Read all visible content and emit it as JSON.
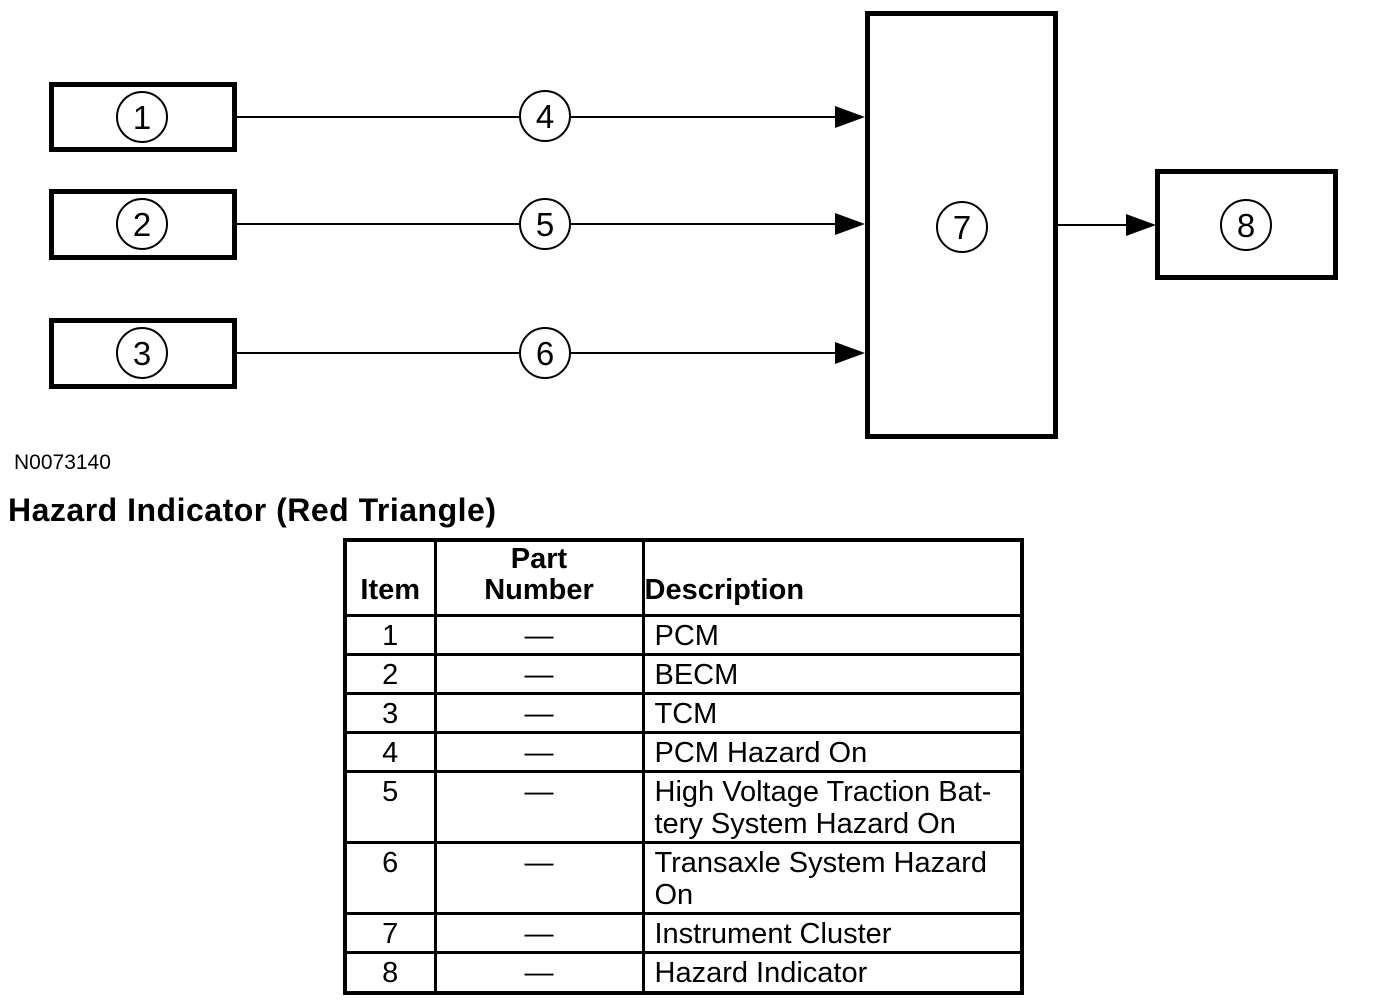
{
  "figure": {
    "id_label": "N0073140",
    "module_boxes": {
      "box1": "1",
      "box2": "2",
      "box3": "3"
    },
    "signal_labels": {
      "sig4": "4",
      "sig5": "5",
      "sig6": "6"
    },
    "cluster_box": "7",
    "indicator_box": "8"
  },
  "heading": "Hazard Indicator (Red Triangle)",
  "parts_table": {
    "headers": {
      "item": "Item",
      "part_number": "Part\nNumber",
      "description": "Description"
    },
    "rows": [
      {
        "item": "1",
        "part_number": "—",
        "description": "PCM"
      },
      {
        "item": "2",
        "part_number": "—",
        "description": "BECM"
      },
      {
        "item": "3",
        "part_number": "—",
        "description": "TCM"
      },
      {
        "item": "4",
        "part_number": "—",
        "description": "PCM Hazard On"
      },
      {
        "item": "5",
        "part_number": "—",
        "description": "High Voltage Traction Bat-\ntery System Hazard On"
      },
      {
        "item": "6",
        "part_number": "—",
        "description": "Transaxle System Hazard\nOn"
      },
      {
        "item": "7",
        "part_number": "—",
        "description": "Instrument Cluster"
      },
      {
        "item": "8",
        "part_number": "—",
        "description": "Hazard Indicator"
      }
    ]
  },
  "colors": {
    "ink": "#000000",
    "paper": "#ffffff"
  }
}
